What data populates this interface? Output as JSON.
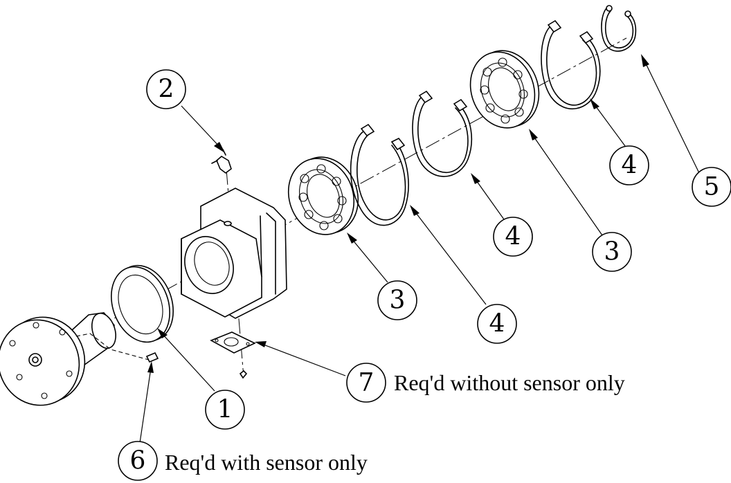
{
  "balloons": {
    "b2": "2",
    "b5": "5",
    "b4_right": "4",
    "b3_upper": "3",
    "b4_middle": "4",
    "b3_lower": "3",
    "b4_lower": "4",
    "b7": "7",
    "b1": "1",
    "b6": "6"
  },
  "notes": {
    "note7": "Req'd without sensor only",
    "note6": "Req'd with sensor only"
  },
  "colors": {
    "ink": "#000000",
    "paper": "#ffffff"
  }
}
